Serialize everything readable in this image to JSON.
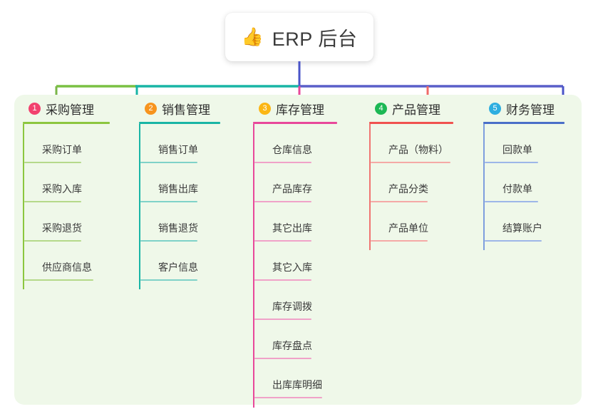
{
  "root": {
    "icon": "thumbs-up-icon",
    "icon_glyph": "👍",
    "title": "ERP 后台"
  },
  "panel": {
    "background_color": "#eff8e9"
  },
  "connector": {
    "trunk_color": "#4a54c8",
    "bar_segment_colors": [
      "#7ac143",
      "#19b5a5",
      "#5a5fc8"
    ],
    "drop_colors": [
      "#7ab648",
      "#19b5a5",
      "#e8489a",
      "#f06a68",
      "#4a54c8"
    ]
  },
  "columns": [
    {
      "number": "1",
      "badge_color": "#f2426e",
      "title": "采购管理",
      "head_rule_color": "#8cc63f",
      "stem_color": "#8cc63f",
      "item_rule_color": "#b5d98a",
      "width": 163,
      "head_rule_width": 122,
      "stem_height": 232,
      "items": [
        {
          "label": "采购订单",
          "rule_width": 80
        },
        {
          "label": "采购入库",
          "rule_width": 80
        },
        {
          "label": "采购退货",
          "rule_width": 80
        },
        {
          "label": "供应商信息",
          "rule_width": 97
        }
      ]
    },
    {
      "number": "2",
      "badge_color": "#f7941e",
      "title": "销售管理",
      "head_rule_color": "#19b5a5",
      "stem_color": "#19b5a5",
      "item_rule_color": "#7fd2c8",
      "width": 160,
      "head_rule_width": 114,
      "stem_height": 232,
      "items": [
        {
          "label": "销售订单",
          "rule_width": 80
        },
        {
          "label": "销售出库",
          "rule_width": 80
        },
        {
          "label": "销售退货",
          "rule_width": 80
        },
        {
          "label": "客户信息",
          "rule_width": 80
        }
      ]
    },
    {
      "number": "3",
      "badge_color": "#fbb615",
      "title": "库存管理",
      "head_rule_color": "#e8489a",
      "stem_color": "#e8489a",
      "item_rule_color": "#f0a2c8",
      "width": 163,
      "head_rule_width": 118,
      "stem_height": 398,
      "items": [
        {
          "label": "仓库信息",
          "rule_width": 80
        },
        {
          "label": "产品库存",
          "rule_width": 80
        },
        {
          "label": "其它出库",
          "rule_width": 80
        },
        {
          "label": "其它入库",
          "rule_width": 80
        },
        {
          "label": "库存调拨",
          "rule_width": 80
        },
        {
          "label": "库存盘点",
          "rule_width": 80
        },
        {
          "label": "出库库明细",
          "rule_width": 95
        }
      ]
    },
    {
      "number": "4",
      "badge_color": "#1cb854",
      "title": "产品管理",
      "head_rule_color": "#f0524f",
      "stem_color": "#f07572",
      "item_rule_color": "#f5a9a6",
      "width": 160,
      "head_rule_width": 118,
      "stem_height": 177,
      "items": [
        {
          "label": "产品（物料）",
          "rule_width": 112
        },
        {
          "label": "产品分类",
          "rule_width": 80
        },
        {
          "label": "产品单位",
          "rule_width": 80
        }
      ]
    },
    {
      "number": "5",
      "badge_color": "#2eaee0",
      "title": "财务管理",
      "head_rule_color": "#4a6fc8",
      "stem_color": "#7e9ede",
      "item_rule_color": "#9db6e8",
      "width": 150,
      "head_rule_width": 114,
      "stem_height": 177,
      "items": [
        {
          "label": "回款单",
          "rule_width": 75
        },
        {
          "label": "付款单",
          "rule_width": 75
        },
        {
          "label": "结算账户",
          "rule_width": 80
        }
      ]
    }
  ]
}
